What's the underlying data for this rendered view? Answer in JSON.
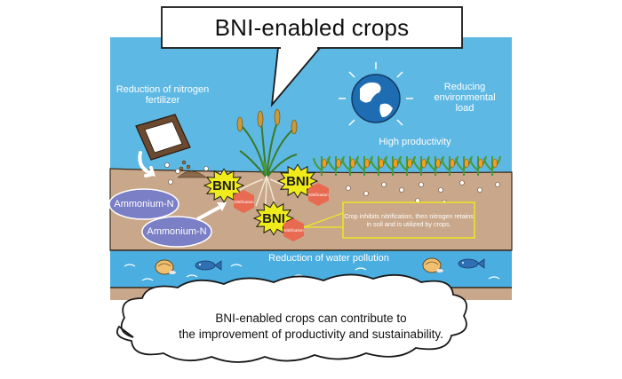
{
  "title": "BNI-enabled crops",
  "labels": {
    "fertilizer_reduction": "Reduction of nitrogen fertilizer",
    "environmental_load": "Reducing environmental load",
    "high_productivity": "High productivity",
    "water_pollution": "Reduction of water pollution"
  },
  "ammonium": [
    "Ammonium-N",
    "Ammonium-N"
  ],
  "bni": [
    "BNI",
    "BNI",
    "BNI"
  ],
  "nitrification_tag": "Nitrification",
  "note": "Crop inhibits nitrification, then nitrogen retains in soil and is utilized by crops.",
  "conclusion_line1": "BNI-enabled crops can contribute to",
  "conclusion_line2": "the improvement of productivity and sustainability.",
  "colors": {
    "sky": "#5db8e3",
    "soil": "#c9a78a",
    "water": "#4aaee0",
    "ammonium": "#7a7fc6",
    "bni_burst": "#f0ec1c",
    "corn_leaf": "#4a9a3a",
    "corn_ear": "#f0a020"
  }
}
